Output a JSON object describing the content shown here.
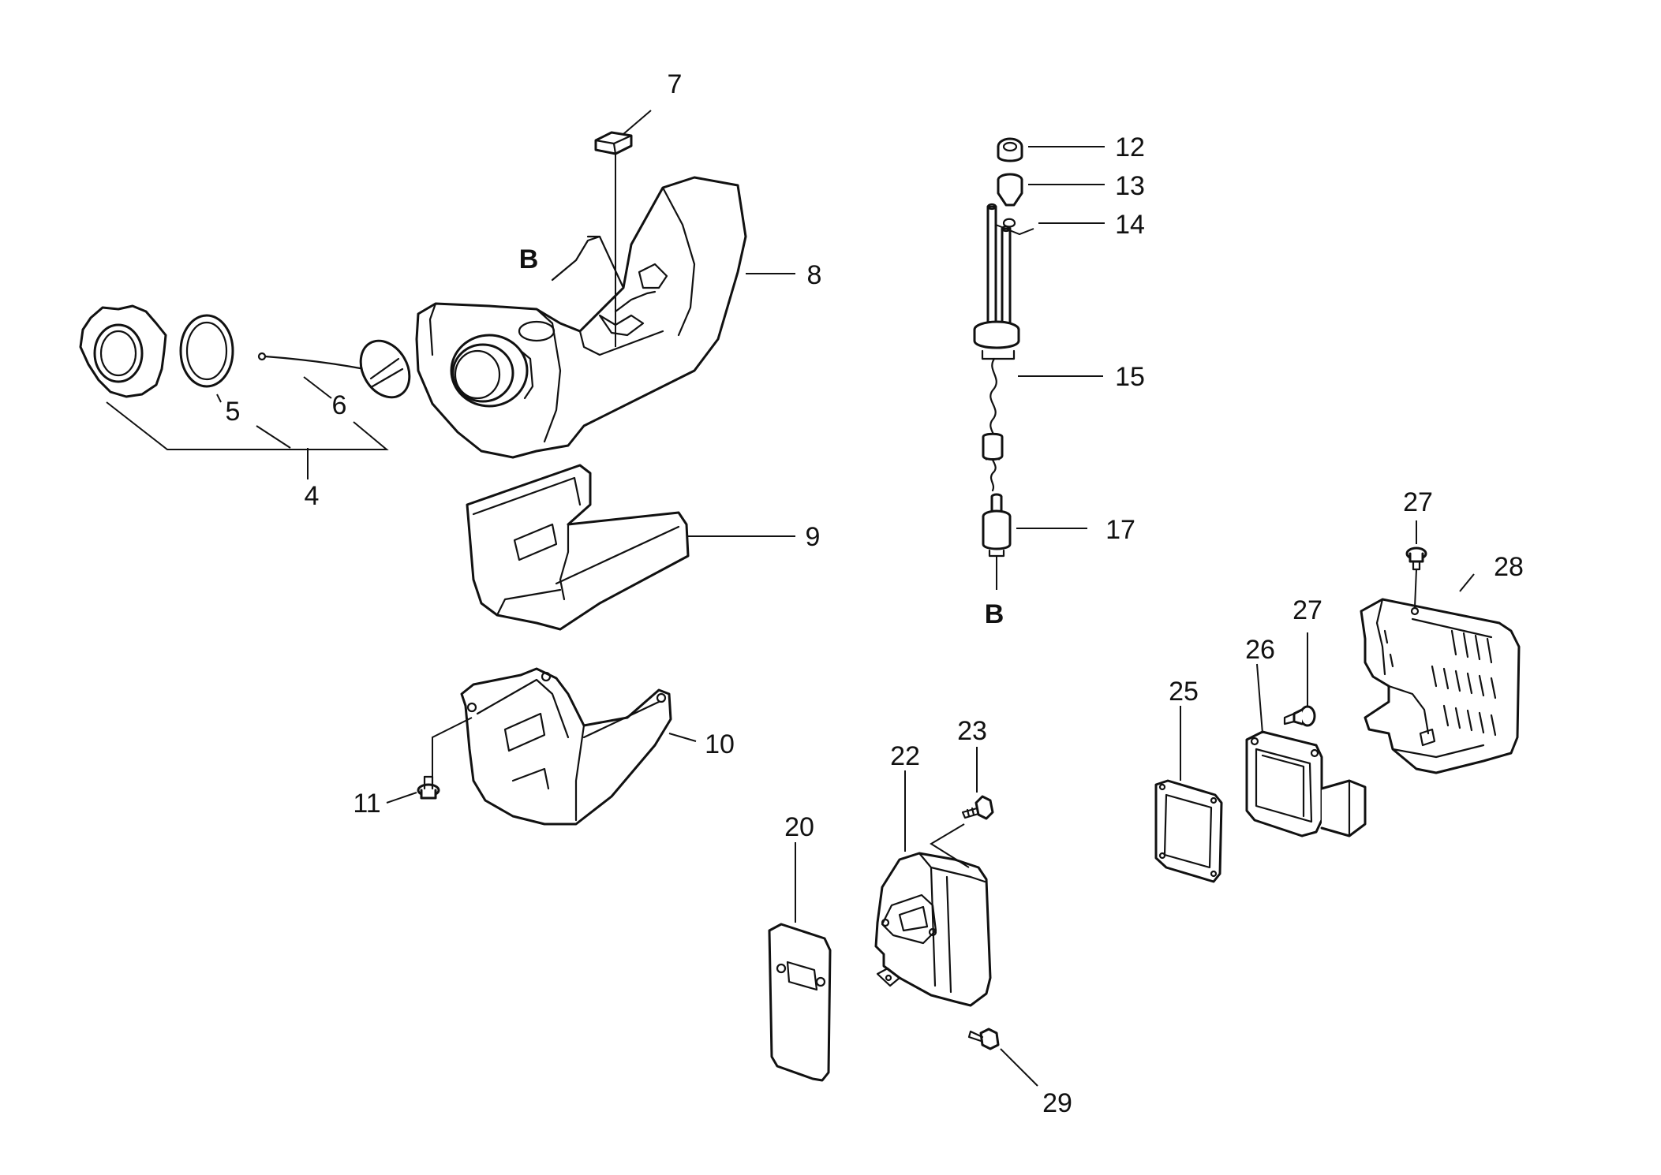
{
  "labels": {
    "p4": "4",
    "p5": "5",
    "p6": "6",
    "p7": "7",
    "p8": "8",
    "p9": "9",
    "p10": "10",
    "p11": "11",
    "p12": "12",
    "p13": "13",
    "p14": "14",
    "p15": "15",
    "p17": "17",
    "p20": "20",
    "p22": "22",
    "p23": "23",
    "p25": "25",
    "p26": "26",
    "p27a": "27",
    "p27b": "27",
    "p28": "28",
    "p29": "29",
    "refB1": "B",
    "refB2": "B"
  }
}
